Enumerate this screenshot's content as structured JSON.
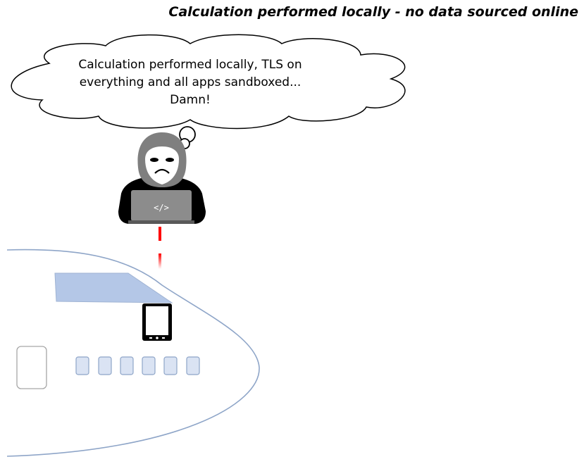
{
  "headline": "Calculation performed locally - no data sourced online",
  "thought_bubble": {
    "lines": [
      "Calculation performed locally, TLS on",
      "everything and all apps sandboxed...",
      "Damn!"
    ]
  },
  "laptop": {
    "code_label": "</>"
  },
  "colors": {
    "cabin_window": "#b4c7e7",
    "fuselage_outline": "#8ea5c8",
    "window_fill": "#dae3f3",
    "link": "#ff0000",
    "hood": "#7f7f7f",
    "body_dark": "#000000",
    "laptop": "#8c8c8c"
  },
  "icons": [
    "hacker-icon",
    "laptop-icon",
    "tablet-icon",
    "thought-cloud-icon"
  ]
}
